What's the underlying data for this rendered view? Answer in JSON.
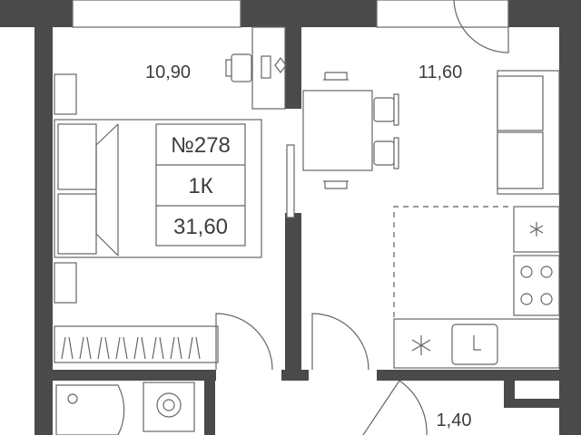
{
  "plan": {
    "apartment_number": "№278",
    "apartment_type": "1К",
    "total_area": "31,60"
  },
  "rooms": {
    "bedroom_area": "10,90",
    "kitchen_area": "11,60",
    "hall_area": "1,40"
  },
  "colors": {
    "wall": "#4a4a4a",
    "line": "#666666",
    "text": "#3d3d3d"
  },
  "icons": {
    "stove_burner": "circle",
    "outlet": "asterisk"
  }
}
